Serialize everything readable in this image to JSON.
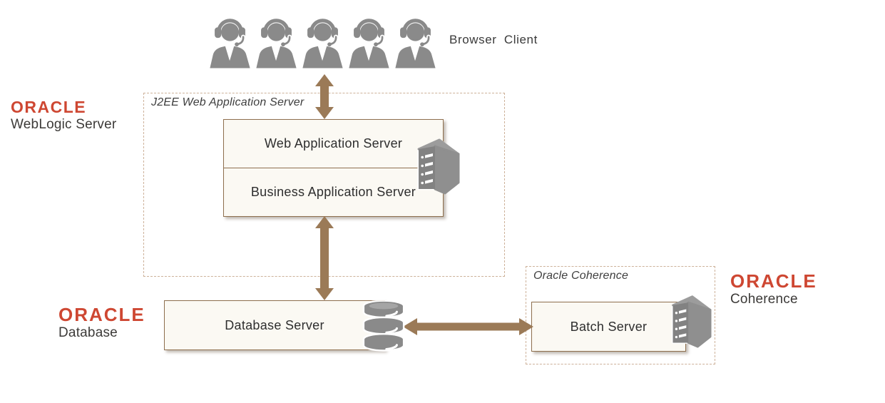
{
  "browser_client": {
    "label": "Browser Client",
    "agent_count": 5
  },
  "groups": {
    "j2ee": {
      "label": "J2EE Web Application Server"
    },
    "coherence": {
      "label": "Oracle Coherence"
    }
  },
  "nodes": {
    "web_app_server": {
      "label": "Web Application Server"
    },
    "business_app_server": {
      "label": "Business Application Server"
    },
    "database_server": {
      "label": "Database Server"
    },
    "batch_server": {
      "label": "Batch Server"
    }
  },
  "logos": {
    "weblogic": {
      "brand": "ORACLE",
      "product": "WebLogic Server"
    },
    "database": {
      "brand": "ORACLE",
      "product": "Database"
    },
    "coherence": {
      "brand": "ORACLE",
      "product": "Coherence"
    }
  },
  "connections": [
    {
      "from": "Browser Client",
      "to": "Web Application Server",
      "direction": "both"
    },
    {
      "from": "Business Application Server",
      "to": "Database Server",
      "direction": "both"
    },
    {
      "from": "Database Server",
      "to": "Batch Server",
      "direction": "both"
    }
  ],
  "icons": {
    "call_center_agent": "person silhouette with headset",
    "server_tower": "isometric gray server tower with slots",
    "database_cylinder": "stacked gray database disks",
    "double_arrow": "two-headed brown connector arrow"
  },
  "colors": {
    "oracle_red": "#CE4732",
    "arrow_brown": "#9B7A57",
    "node_border": "#8E6F4E",
    "node_fill": "#FBF9F3",
    "group_dashed_border": "#CDB199",
    "icon_gray": "#8A8A8A",
    "text_dark": "#3A3A3A"
  }
}
